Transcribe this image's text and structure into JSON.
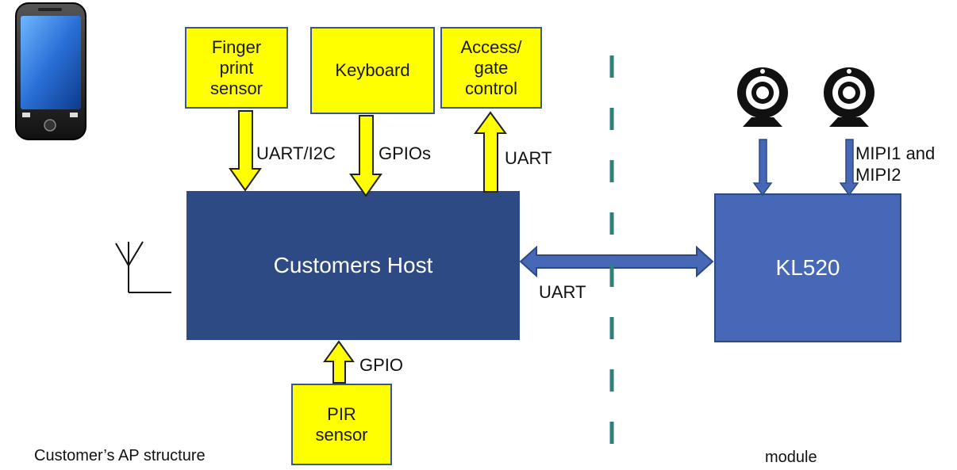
{
  "diagram": {
    "left_caption": "Customer’s AP structure",
    "right_caption": "module",
    "host": {
      "label": "Customers Host"
    },
    "module_box": {
      "label": "KL520"
    },
    "peripherals": {
      "fingerprint": {
        "label": "Finger\nprint\nsensor",
        "link": "UART/I2C"
      },
      "keyboard": {
        "label": "Keyboard",
        "link": "GPIOs"
      },
      "access": {
        "label": "Access/\ngate\ncontrol",
        "link": "UART"
      },
      "pir": {
        "label": "PIR\nsensor",
        "link": "GPIO"
      }
    },
    "host_module_link": "UART",
    "camera_link": "MIPI1 and\nMIPI2"
  },
  "colors": {
    "host_fill": "#2e4a85",
    "module_fill": "#4668b6",
    "peripheral_fill": "#ffff00",
    "arrow_outline": "#222222",
    "divider": "#2f7f7b"
  },
  "icons": [
    "smartphone-icon",
    "antenna-icon",
    "webcam-icon"
  ]
}
